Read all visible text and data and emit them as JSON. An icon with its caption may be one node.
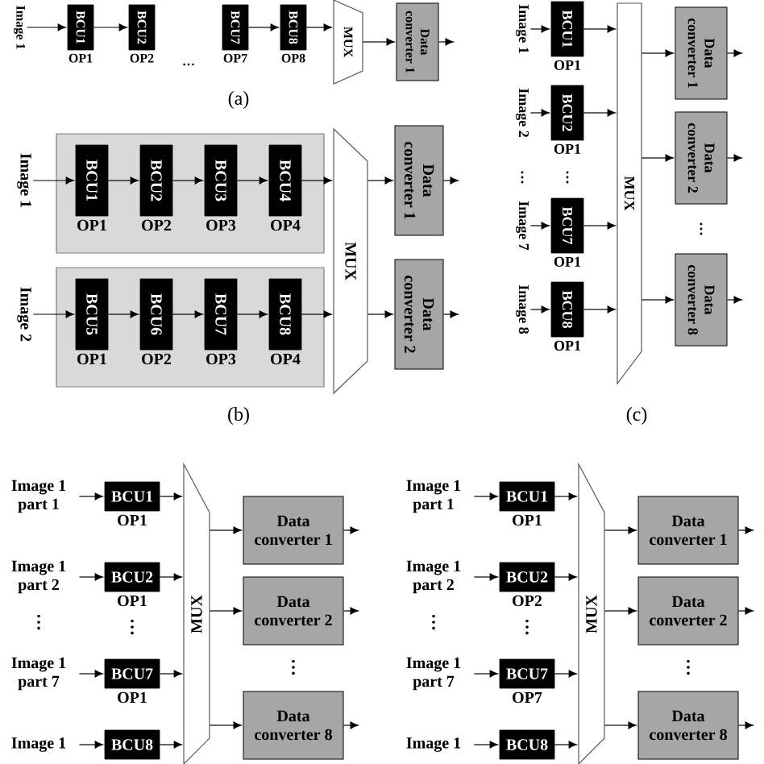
{
  "diagram": {
    "nodes": [
      {
        "text": [
          "Image 1"
        ]
      },
      {
        "text": [
          "BCU1"
        ],
        "beside": [
          "OP1"
        ]
      },
      {
        "text": [
          "BCU2"
        ],
        "beside": [
          "OP2"
        ]
      },
      {
        "text": [
          "BCU7"
        ],
        "beside": [
          "OP7"
        ]
      },
      {
        "text": [
          "BCU8"
        ],
        "beside": [
          "OP8"
        ]
      },
      {
        "text": [
          "MUX"
        ]
      },
      {
        "text": [
          "Data converter 1"
        ]
      },
      {
        "text": [
          "Image 1"
        ]
      },
      {
        "text": [],
        "shape": "box"
      },
      {
        "text": [
          "BCU1"
        ],
        "in": 8,
        "beside": [
          "OP1"
        ]
      },
      {
        "text": [
          "BCU2"
        ],
        "in": 8,
        "beside": [
          "OP2"
        ]
      },
      {
        "text": [
          "BCU3"
        ],
        "in": 8,
        "beside": [
          "OP3"
        ]
      },
      {
        "text": [
          "BCU4"
        ],
        "in": 8,
        "beside": [
          "OP4"
        ]
      },
      {
        "text": [
          "Image 2"
        ]
      },
      {
        "text": [],
        "shape": "box"
      },
      {
        "text": [
          "BCU5"
        ],
        "in": 14,
        "beside": [
          "OP1"
        ]
      },
      {
        "text": [
          "BCU6"
        ],
        "in": 14,
        "beside": [
          "OP2"
        ]
      },
      {
        "text": [
          "BCU7"
        ],
        "in": 14,
        "beside": [
          "OP3"
        ]
      },
      {
        "text": [
          "BCU8"
        ],
        "in": 14,
        "beside": [
          "OP4"
        ]
      },
      {
        "text": [
          "MUX"
        ]
      },
      {
        "text": [
          "Data converter 1"
        ]
      },
      {
        "text": [
          "Data converter 2"
        ]
      },
      {
        "text": [
          "Image 1"
        ]
      },
      {
        "text": [
          "BCU1"
        ],
        "beside": [
          "OP1"
        ]
      },
      {
        "text": [
          "Image 2"
        ]
      },
      {
        "text": [
          "BCU2"
        ],
        "beside": [
          "OP1"
        ]
      },
      {
        "text": [
          "Image 7"
        ]
      },
      {
        "text": [
          "BCU7"
        ],
        "beside": [
          "OP1"
        ]
      },
      {
        "text": [
          "Image 8"
        ]
      },
      {
        "text": [
          "BCU8"
        ],
        "beside": [
          "OP1"
        ]
      },
      {
        "text": [
          "MUX"
        ]
      },
      {
        "text": [
          "Data converter 1"
        ]
      },
      {
        "text": [
          "Data converter 2"
        ]
      },
      {
        "text": [
          "Data converter 8"
        ]
      },
      {
        "text": [
          "Image 1 part 1"
        ]
      },
      {
        "text": [
          "BCU1"
        ],
        "beside": [
          "OP1"
        ]
      },
      {
        "text": [
          "Image 1 part 2"
        ]
      },
      {
        "text": [
          "BCU2"
        ],
        "beside": [
          "OP1"
        ]
      },
      {
        "text": [
          "Image 1 part 7"
        ]
      },
      {
        "text": [
          "BCU7"
        ],
        "beside": [
          "OP1"
        ]
      },
      {
        "text": [
          "Image 1"
        ]
      },
      {
        "text": [
          "BCU8"
        ]
      },
      {
        "text": [
          "MUX"
        ]
      },
      {
        "text": [
          "Data converter 1"
        ]
      },
      {
        "text": [
          "Data converter 2"
        ]
      },
      {
        "text": [
          "Data converter 8"
        ]
      },
      {
        "text": [
          "Image 1 part 1"
        ]
      },
      {
        "text": [
          "BCU1"
        ],
        "beside": [
          "OP1"
        ]
      },
      {
        "text": [
          "Image 1 part 2"
        ]
      },
      {
        "text": [
          "BCU2"
        ],
        "beside": [
          "OP2"
        ]
      },
      {
        "text": [
          "Image 1 part 7"
        ]
      },
      {
        "text": [
          "BCU7"
        ],
        "beside": [
          "OP7"
        ]
      },
      {
        "text": [
          "Image 1"
        ]
      },
      {
        "text": [
          "BCU8"
        ]
      },
      {
        "text": [
          "MUX"
        ]
      },
      {
        "text": [
          "Data converter 1"
        ]
      },
      {
        "text": [
          "Data converter 2"
        ]
      },
      {
        "text": [
          "Data converter 8"
        ]
      }
    ],
    "edges": [
      {
        "from": 0,
        "to": 1,
        "arrow": "to"
      },
      {
        "from": 1,
        "to": 2,
        "arrow": "to"
      },
      {
        "from": 3,
        "to": 4,
        "arrow": "to"
      },
      {
        "from": 4,
        "to": 5,
        "arrow": "to"
      },
      {
        "from": 5,
        "to": 6,
        "arrow": "to"
      },
      {
        "from": 6,
        "to": null,
        "arrow": "to"
      },
      {
        "from": 7,
        "to": 9,
        "arrow": "to"
      },
      {
        "from": 9,
        "to": 10,
        "arrow": "to"
      },
      {
        "from": 10,
        "to": 11,
        "arrow": "to"
      },
      {
        "from": 11,
        "to": 12,
        "arrow": "to"
      },
      {
        "from": 12,
        "to": 19,
        "arrow": "to"
      },
      {
        "from": 13,
        "to": 15,
        "arrow": "to"
      },
      {
        "from": 15,
        "to": 16,
        "arrow": "to"
      },
      {
        "from": 16,
        "to": 17,
        "arrow": "to"
      },
      {
        "from": 17,
        "to": 18,
        "arrow": "to"
      },
      {
        "from": 18,
        "to": 19,
        "arrow": "to"
      },
      {
        "from": 19,
        "to": 20,
        "arrow": "to"
      },
      {
        "from": 19,
        "to": 21,
        "arrow": "to"
      },
      {
        "from": 20,
        "to": null,
        "arrow": "to"
      },
      {
        "from": 21,
        "to": null,
        "arrow": "to"
      },
      {
        "from": 22,
        "to": 23,
        "arrow": "to"
      },
      {
        "from": 23,
        "to": 30,
        "arrow": "to"
      },
      {
        "from": 24,
        "to": 25,
        "arrow": "to"
      },
      {
        "from": 25,
        "to": 30,
        "arrow": "to"
      },
      {
        "from": 26,
        "to": 27,
        "arrow": "to"
      },
      {
        "from": 27,
        "to": 30,
        "arrow": "to"
      },
      {
        "from": 28,
        "to": 29,
        "arrow": "to"
      },
      {
        "from": 29,
        "to": 30,
        "arrow": "to"
      },
      {
        "from": 30,
        "to": 31,
        "arrow": "to"
      },
      {
        "from": 30,
        "to": 32,
        "arrow": "to"
      },
      {
        "from": 30,
        "to": 33,
        "arrow": "to"
      },
      {
        "from": 31,
        "to": null,
        "arrow": "to"
      },
      {
        "from": 32,
        "to": null,
        "arrow": "to"
      },
      {
        "from": 33,
        "to": null,
        "arrow": "to"
      },
      {
        "from": 34,
        "to": 35,
        "arrow": "to"
      },
      {
        "from": 35,
        "to": 42,
        "arrow": "to"
      },
      {
        "from": 36,
        "to": 37,
        "arrow": "to"
      },
      {
        "from": 37,
        "to": 42,
        "arrow": "to"
      },
      {
        "from": 38,
        "to": 39,
        "arrow": "to"
      },
      {
        "from": 39,
        "to": 42,
        "arrow": "to"
      },
      {
        "from": 40,
        "to": 41,
        "arrow": "to"
      },
      {
        "from": 41,
        "to": 42,
        "arrow": "to"
      },
      {
        "from": 42,
        "to": 43,
        "arrow": "to"
      },
      {
        "from": 42,
        "to": 44,
        "arrow": "to"
      },
      {
        "from": 42,
        "to": 45,
        "arrow": "to"
      },
      {
        "from": 43,
        "to": null,
        "arrow": "to"
      },
      {
        "from": 44,
        "to": null,
        "arrow": "to"
      },
      {
        "from": 45,
        "to": null,
        "arrow": "to"
      },
      {
        "from": 46,
        "to": 47,
        "arrow": "to"
      },
      {
        "from": 47,
        "to": 54,
        "arrow": "to"
      },
      {
        "from": 48,
        "to": 49,
        "arrow": "to"
      },
      {
        "from": 49,
        "to": 54,
        "arrow": "to"
      },
      {
        "from": 50,
        "to": 51,
        "arrow": "to"
      },
      {
        "from": 51,
        "to": 54,
        "arrow": "to"
      },
      {
        "from": 52,
        "to": 53,
        "arrow": "to"
      },
      {
        "from": 53,
        "to": 54,
        "arrow": "to"
      },
      {
        "from": 54,
        "to": 55,
        "arrow": "to"
      },
      {
        "from": 54,
        "to": 56,
        "arrow": "to"
      },
      {
        "from": 54,
        "to": 57,
        "arrow": "to"
      },
      {
        "from": 55,
        "to": null,
        "arrow": "to"
      },
      {
        "from": 56,
        "to": null,
        "arrow": "to"
      },
      {
        "from": 57,
        "to": null,
        "arrow": "to"
      }
    ],
    "labels": [
      "…",
      "(a)",
      "(b)",
      "…",
      "…",
      "…",
      "(c)",
      "…",
      "…",
      "…",
      "…",
      "…",
      "…"
    ]
  }
}
